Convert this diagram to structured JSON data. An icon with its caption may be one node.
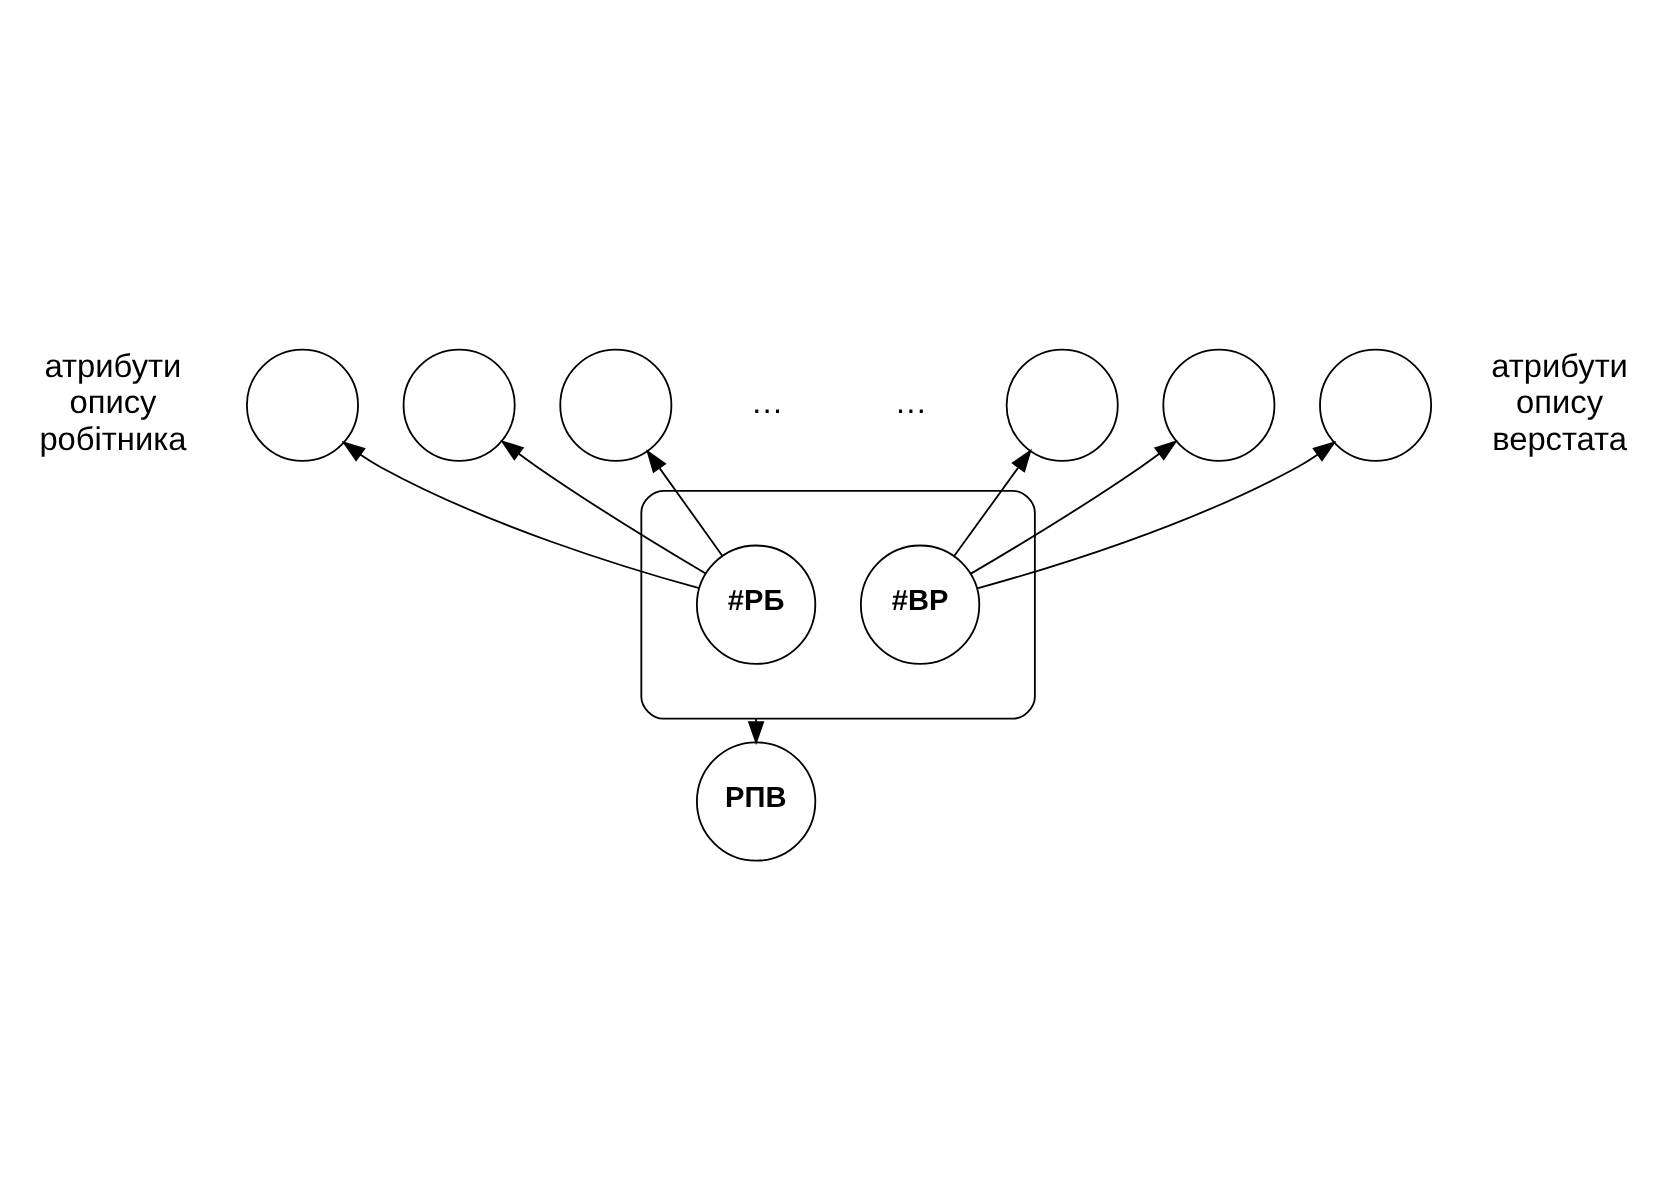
{
  "diagram": {
    "nodes": [
      {
        "text": [],
        "shape": "circle"
      },
      {
        "text": [],
        "shape": "circle"
      },
      {
        "text": [],
        "shape": "circle"
      },
      {
        "text": [],
        "shape": "circle"
      },
      {
        "text": [],
        "shape": "circle"
      },
      {
        "text": [],
        "shape": "circle"
      },
      {
        "text": [],
        "shape": "ellipse"
      },
      {
        "text": [
          "#РБ"
        ],
        "in": 6
      },
      {
        "text": [
          "#ВР"
        ],
        "in": 6
      },
      {
        "text": [
          "РПВ"
        ]
      }
    ],
    "edges": [
      {
        "from": 7,
        "to": 0,
        "arrow": "to"
      },
      {
        "from": 7,
        "to": 1,
        "arrow": "to"
      },
      {
        "from": 7,
        "to": 2,
        "arrow": "to"
      },
      {
        "from": 8,
        "to": 3,
        "arrow": "to"
      },
      {
        "from": 8,
        "to": 4,
        "arrow": "to"
      },
      {
        "from": 8,
        "to": 5,
        "arrow": "to"
      },
      {
        "from": 6,
        "to": 9,
        "arrow": "to"
      }
    ],
    "labels": [
      "атрибути опису робітника",
      "…",
      "…",
      "атрибути опису верстата"
    ]
  }
}
